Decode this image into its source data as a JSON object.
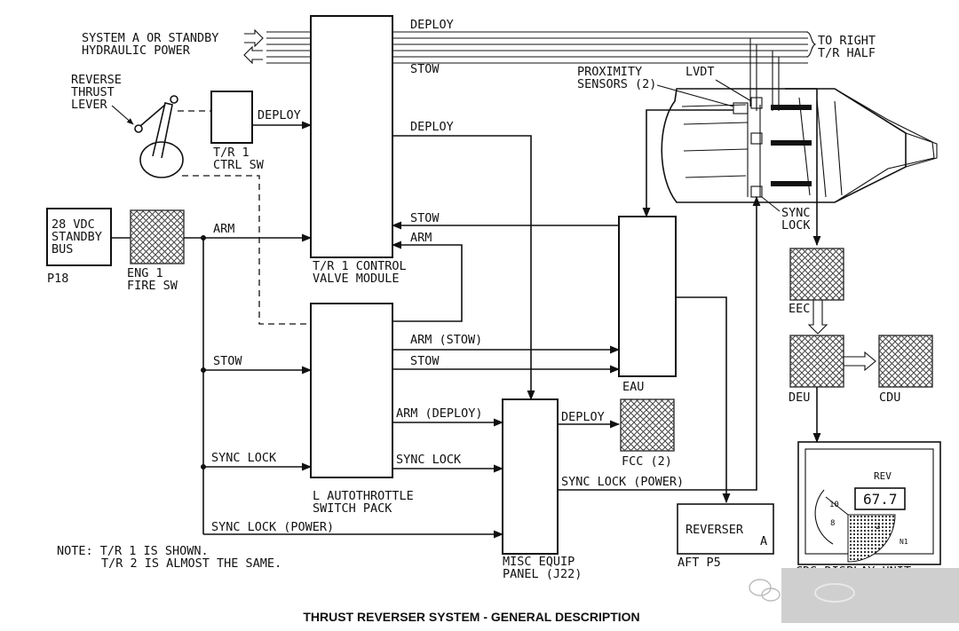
{
  "labels": {
    "hydraulic_source": [
      "SYSTEM A OR STANDBY",
      "HYDRAULIC POWER"
    ],
    "deploy_top": "DEPLOY",
    "stow_top": "STOW",
    "to_right_half": [
      "TO RIGHT",
      "T/R HALF"
    ],
    "reverse_thrust_lever": [
      "REVERSE",
      "THRUST",
      "LEVER"
    ],
    "proximity_sensors": [
      "PROXIMITY",
      "SENSORS (2)"
    ],
    "lvdt": "LVDT",
    "tr1_ctrl_sw": [
      "T/R 1",
      "CTRL SW"
    ],
    "deploy_from_sw": "DEPLOY",
    "deploy_to_misc": "DEPLOY",
    "control_valve_module": [
      "T/R 1 CONTROL",
      "VALVE MODULE"
    ],
    "standby_bus": [
      "28 VDC",
      "STANDBY",
      "BUS"
    ],
    "p18": "P18",
    "eng_fire_sw": [
      "ENG 1",
      "FIRE SW"
    ],
    "arm_bus": "ARM",
    "stow_from_eau": "STOW",
    "arm_to_cvm": "ARM",
    "sync_lock": [
      "SYNC",
      "LOCK"
    ],
    "eec": "EEC",
    "deu": "DEU",
    "cdu": "CDU",
    "arm_stow": "ARM (STOW)",
    "stow_to_eau": "STOW",
    "stow_bus": "STOW",
    "eau": "EAU",
    "arm_deploy": "ARM (DEPLOY)",
    "deploy_to_fcc": "DEPLOY",
    "fcc": "FCC (2)",
    "sync_lock_bus": "SYNC LOCK",
    "sync_lock_to_misc": "SYNC LOCK",
    "sync_lock_power_right": "SYNC LOCK (POWER)",
    "autothrottle_switch_pack": [
      "L AUTOTHROTTLE",
      "SWITCH PACK"
    ],
    "sync_lock_power_bottom": "SYNC LOCK (POWER)",
    "reverser_light": "REVERSER",
    "reverser_light_a": "A",
    "aft_p5": "AFT P5",
    "misc_equip_panel": [
      "MISC EQUIP",
      "PANEL (J22)"
    ],
    "note": [
      "NOTE: T/R 1 IS SHOWN.",
      "T/R 2 IS ALMOST THE SAME."
    ],
    "display_rev": "REV",
    "display_value": "67.7",
    "display_tick_10": "10",
    "display_tick_8": "8",
    "display_tick_2": "2",
    "display_n1": "N1",
    "cds_display_unit": "CDS DISPLAY UNIT"
  },
  "title": "THRUST REVERSER SYSTEM - GENERAL DESCRIPTION",
  "colors": {
    "ink": "#111111",
    "watermark_block": "#c9c9c9"
  }
}
